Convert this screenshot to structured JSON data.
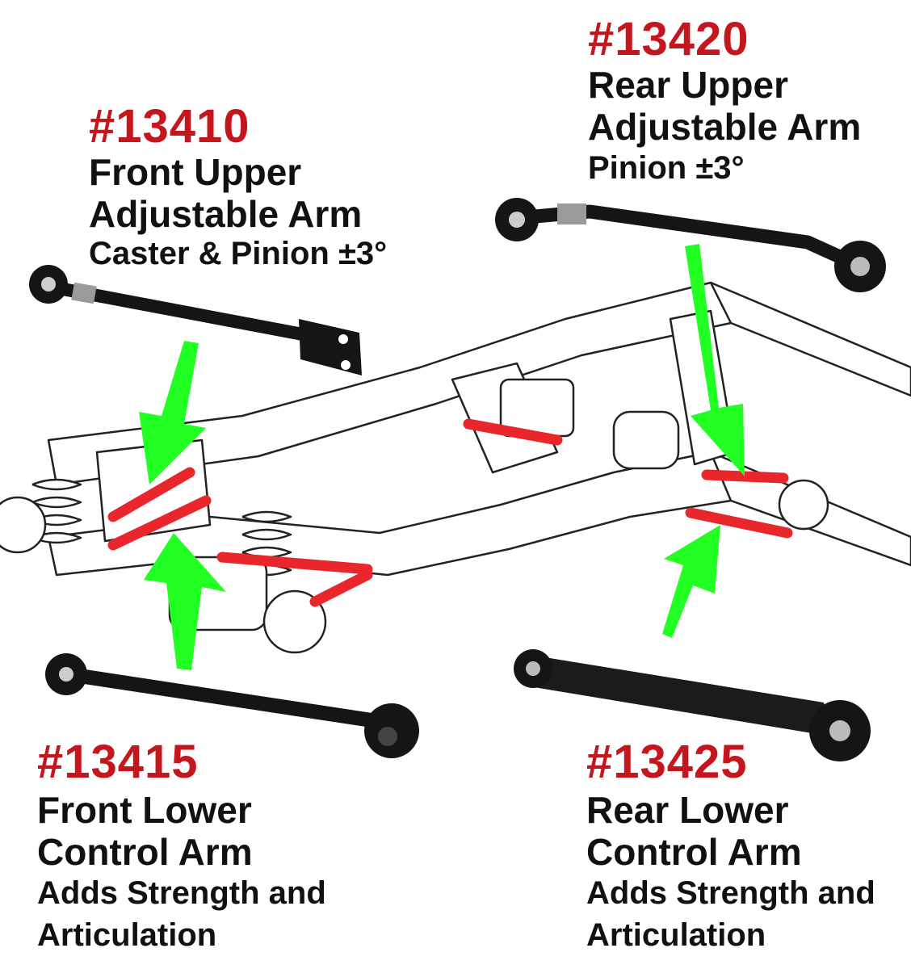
{
  "colors": {
    "part_number": "#c4161c",
    "text": "#111111",
    "arrow": "#22ff22",
    "highlight_arm": "#e8262b",
    "part_black": "#151515",
    "frame_line": "#222222"
  },
  "parts": [
    {
      "id": "front-upper",
      "number": "#13410",
      "lines": [
        "Front Upper",
        "Adjustable Arm"
      ],
      "detail": "Caster & Pinion ±3°"
    },
    {
      "id": "rear-upper",
      "number": "#13420",
      "lines": [
        "Rear Upper",
        "Adjustable Arm"
      ],
      "detail": "Pinion ±3°"
    },
    {
      "id": "front-lower",
      "number": "#13415",
      "lines": [
        "Front Lower",
        "Control Arm"
      ],
      "detail_lines": [
        "Adds Strength and",
        "Articulation"
      ]
    },
    {
      "id": "rear-lower",
      "number": "#13425",
      "lines": [
        "Rear Lower",
        "Control Arm"
      ],
      "detail_lines": [
        "Adds Strength and",
        "Articulation"
      ]
    }
  ],
  "icons": {
    "arrow": "green-arrow-icon",
    "frame": "chassis-frame-illustration"
  }
}
